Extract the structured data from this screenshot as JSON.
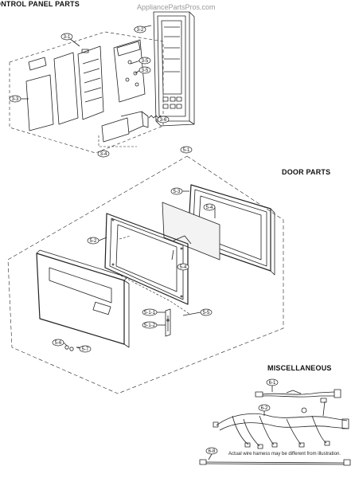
{
  "titles": {
    "control_panel": "ONTROL PANEL PARTS",
    "door_parts": "DOOR PARTS",
    "miscellaneous": "MISCELLANEOUS"
  },
  "watermark": "AppliancePartsPros.com",
  "note": "Actual wire harness may be different from illustration.",
  "callouts": {
    "c3_1": "3-1",
    "c3_2": "3-2",
    "c3_3": "3-3",
    "c3_4": "3-4",
    "c3_5": "3-5",
    "c3_5b": "3-5",
    "c3_6": "3-6",
    "c5_1": "5-1",
    "c5_2": "5-2",
    "c5_3": "5-3",
    "c5_4": "5-4",
    "c5_5": "5-5",
    "c5_6": "5-6",
    "c5_7": "5-7",
    "c5_1_1": "5-1-1",
    "c5_1_2": "5-1-2",
    "c5_4b": "5-4",
    "c6_1": "6-1",
    "c6_2": "6-2",
    "c6_8": "6-8"
  }
}
